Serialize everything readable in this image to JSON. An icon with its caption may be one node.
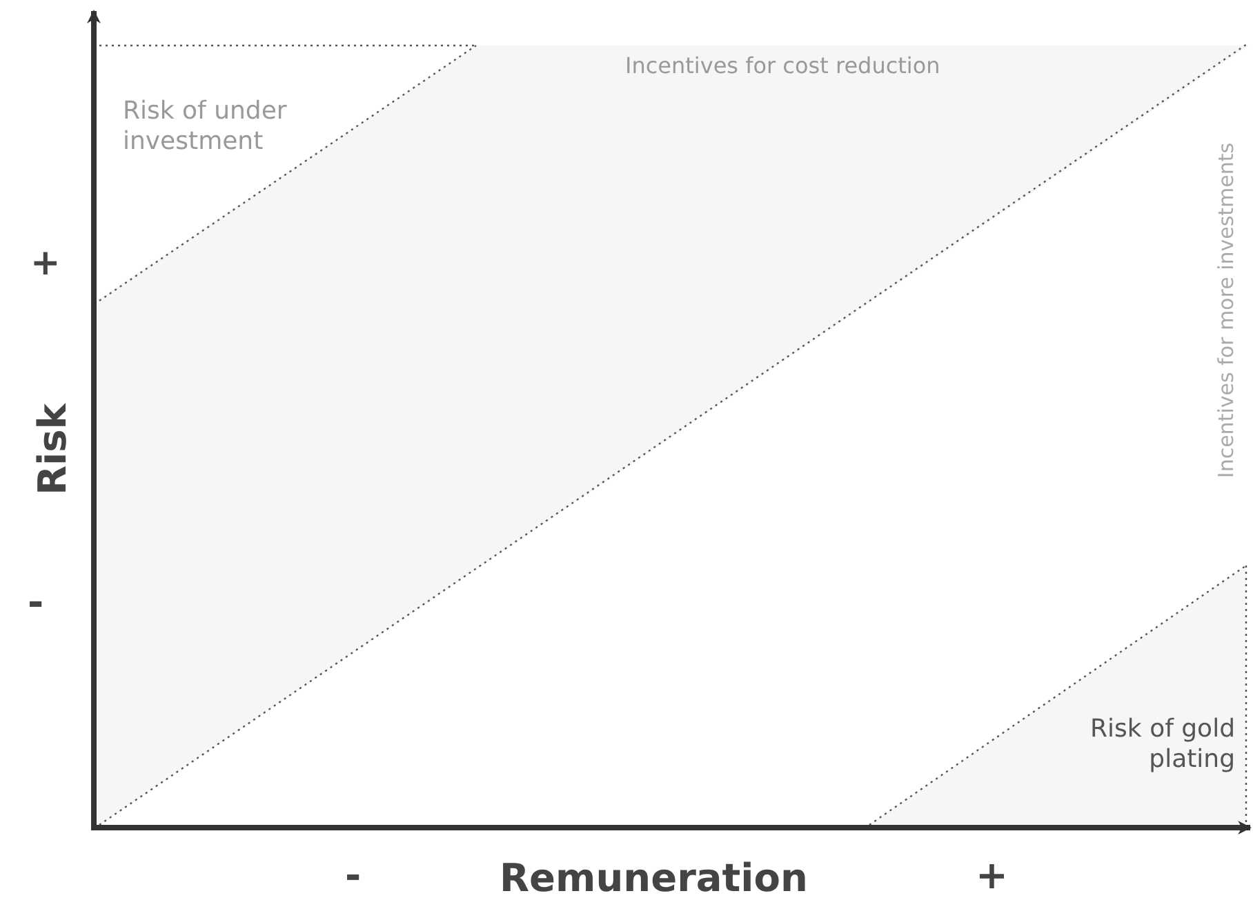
{
  "diagram": {
    "labels": [
      "Incentives for cost reduction",
      "Risk of under investment",
      "+",
      "Incentives for more investments",
      "Risk",
      "-",
      "Risk of gold plating",
      "-",
      "Remuneration",
      "+"
    ]
  }
}
